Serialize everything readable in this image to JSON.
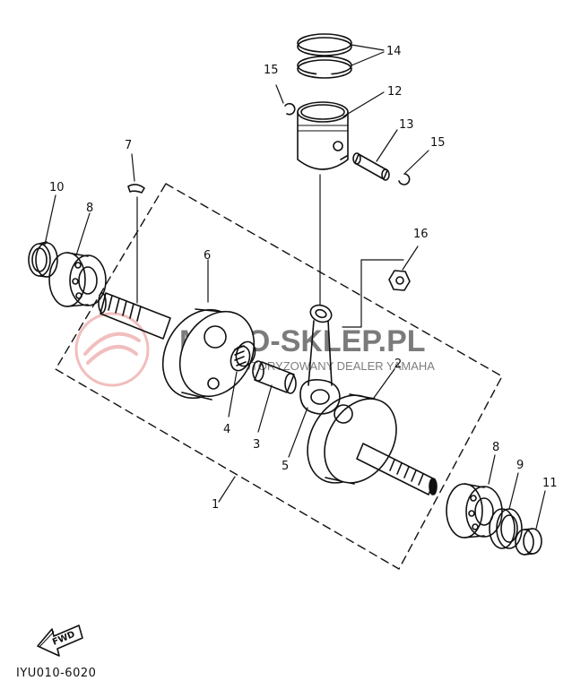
{
  "diagram": {
    "code": "IYU010-6020",
    "fwd_label": "FWD",
    "watermark": {
      "brand": "MOTO-SKLEP.PL",
      "tagline": "AUTORYZOWANY DEALER YAMAHA",
      "color": "#e88a8a"
    },
    "part_labels": {
      "p1": "1",
      "p2": "2",
      "p3": "3",
      "p4": "4",
      "p5": "5",
      "p6": "6",
      "p7": "7",
      "p8a": "8",
      "p8b": "8",
      "p9": "9",
      "p10": "10",
      "p11": "11",
      "p12": "12",
      "p13": "13",
      "p14": "14",
      "p15a": "15",
      "p15b": "15",
      "p16": "16"
    },
    "line_color": "#111111"
  }
}
